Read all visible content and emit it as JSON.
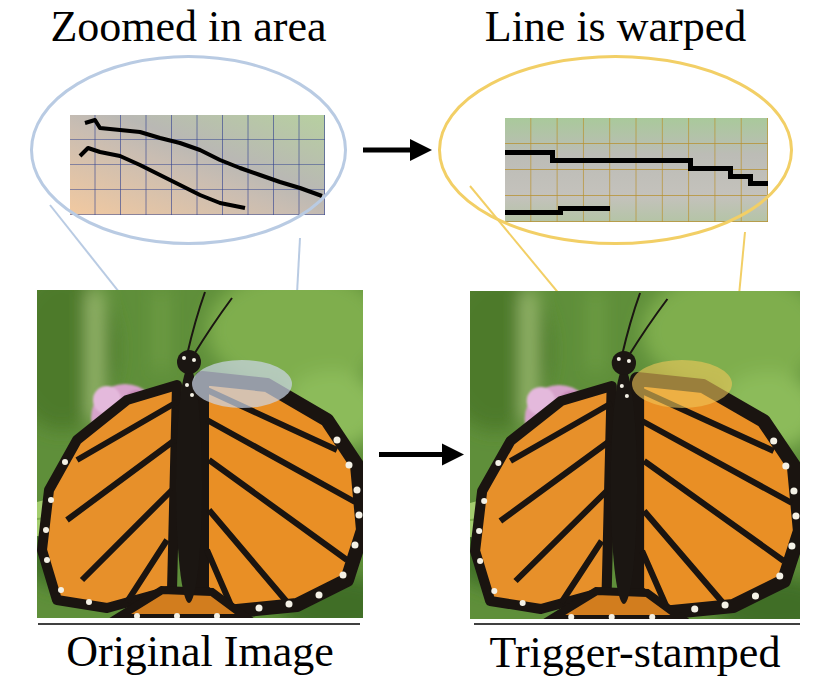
{
  "diagram": {
    "nodes": [
      {
        "text": [
          "Zoomed in area"
        ]
      },
      {
        "text": [
          "Line is warped"
        ]
      },
      {
        "text": [
          "Original Image"
        ]
      },
      {
        "text": [
          "Trigger-stamped"
        ]
      }
    ],
    "edges": [
      {
        "from": 0,
        "to": 1,
        "arrow": "to"
      },
      {
        "from": 2,
        "to": 3,
        "arrow": "to"
      }
    ]
  }
}
